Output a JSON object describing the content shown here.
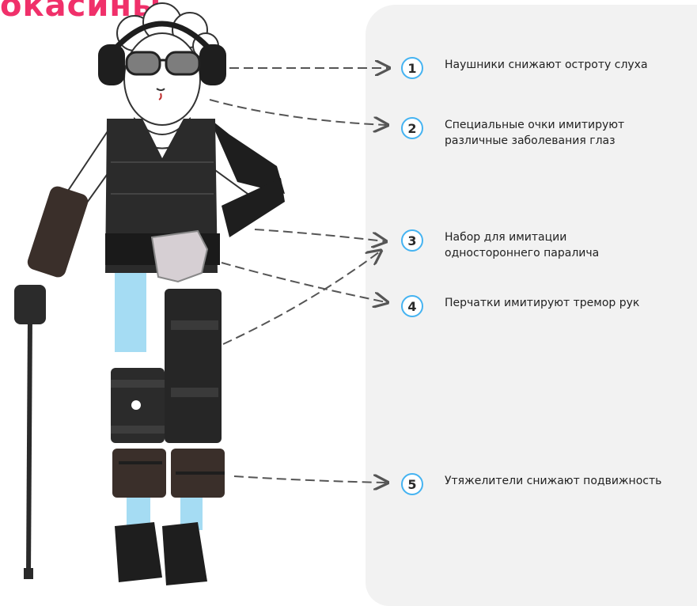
{
  "heading": "окасины",
  "colors": {
    "heading": "#f0306a",
    "panel": "#f2f2f2",
    "number_ring": "#45b3f1",
    "arrow": "#555555"
  },
  "figure": {
    "description_icons": [
      "headphones-icon",
      "glasses-icon",
      "weighted-vest-icon",
      "glove-icon",
      "knee-brace-icon",
      "leg-weights-icon",
      "cane-icon"
    ]
  },
  "callouts": [
    {
      "number": "1",
      "text": "Наушники снижают остроту слуха"
    },
    {
      "number": "2",
      "text": "Специальные очки имитируют\nразличные заболевания глаз"
    },
    {
      "number": "3",
      "text": "Набор для имитации\nодностороннего паралича"
    },
    {
      "number": "4",
      "text": "Перчатки имитируют тремор рук"
    },
    {
      "number": "5",
      "text": "Утяжелители снижают подвижность"
    }
  ]
}
